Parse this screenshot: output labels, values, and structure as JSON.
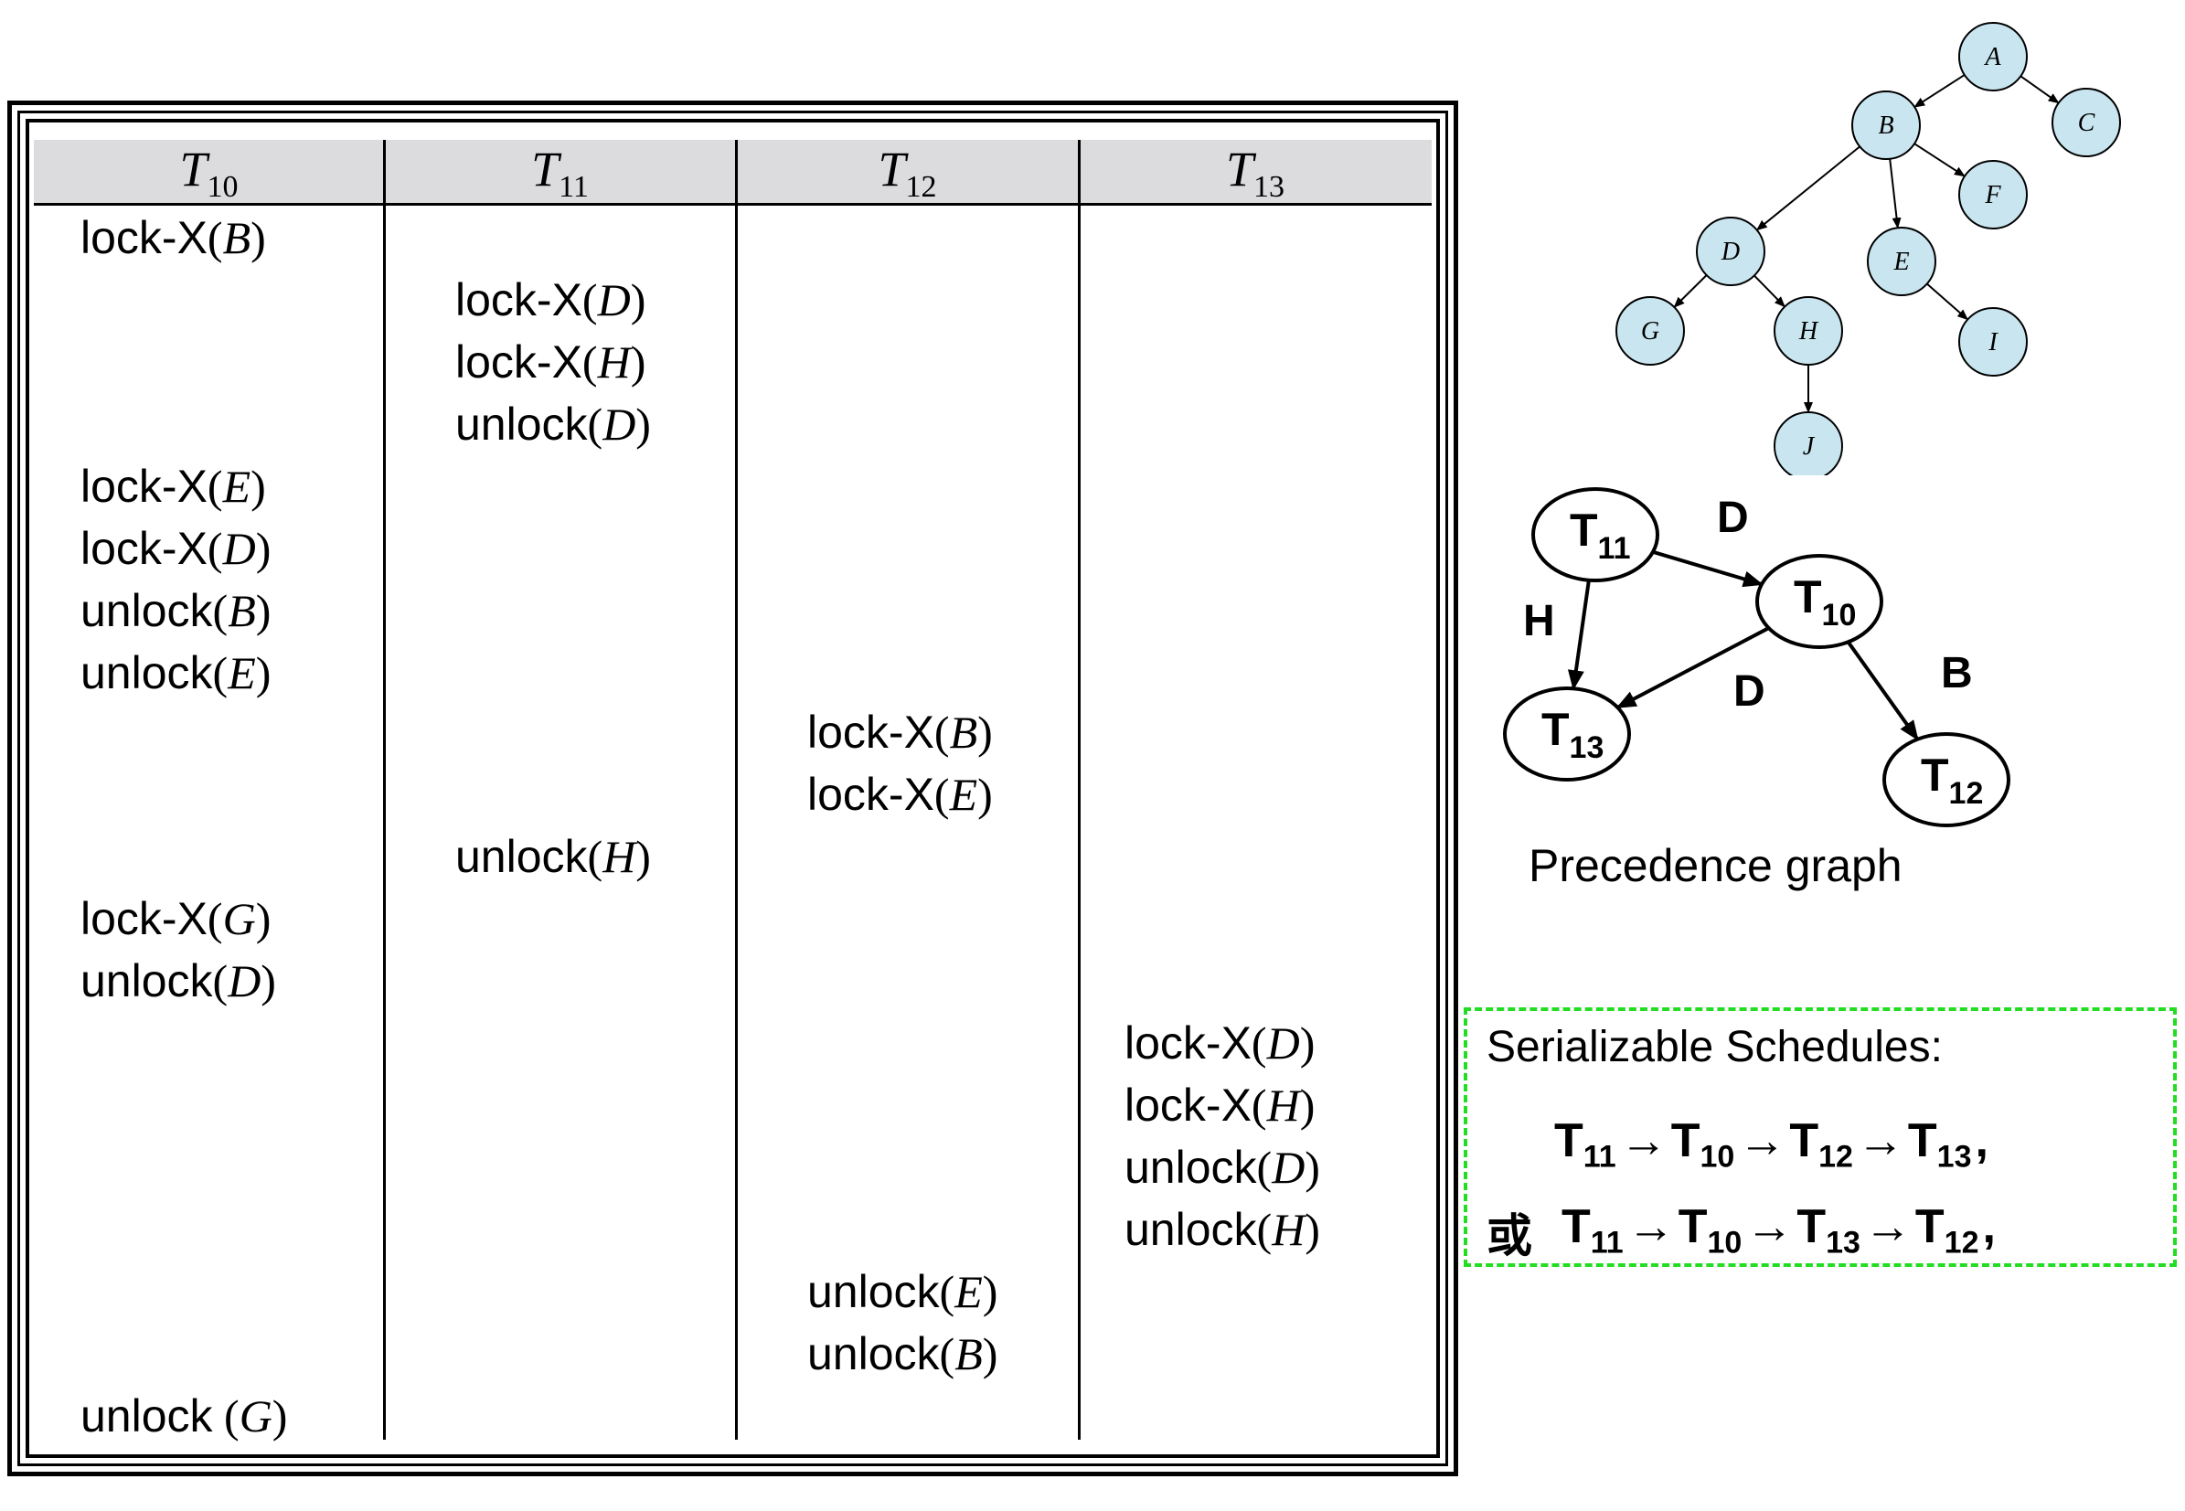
{
  "table": {
    "columns": [
      {
        "name": "T",
        "sub": "10"
      },
      {
        "name": "T",
        "sub": "11"
      },
      {
        "name": "T",
        "sub": "12"
      },
      {
        "name": "T",
        "sub": "13"
      }
    ],
    "ops": [
      {
        "col": 0,
        "row": 0,
        "op": "lock-X",
        "arg": "B"
      },
      {
        "col": 1,
        "row": 1,
        "op": "lock-X",
        "arg": "D"
      },
      {
        "col": 1,
        "row": 2,
        "op": "lock-X",
        "arg": "H"
      },
      {
        "col": 1,
        "row": 3,
        "op": "unlock",
        "arg": "D"
      },
      {
        "col": 0,
        "row": 4,
        "op": "lock-X",
        "arg": "E"
      },
      {
        "col": 0,
        "row": 5,
        "op": "lock-X",
        "arg": "D"
      },
      {
        "col": 0,
        "row": 6,
        "op": "unlock",
        "arg": "B"
      },
      {
        "col": 0,
        "row": 7,
        "op": "unlock",
        "arg": "E"
      },
      {
        "col": 2,
        "row": 8,
        "op": "lock-X",
        "arg": "B"
      },
      {
        "col": 2,
        "row": 9,
        "op": "lock-X",
        "arg": "E"
      },
      {
        "col": 1,
        "row": 10,
        "op": "unlock",
        "arg": "H"
      },
      {
        "col": 0,
        "row": 11,
        "op": "lock-X",
        "arg": "G"
      },
      {
        "col": 0,
        "row": 12,
        "op": "unlock",
        "arg": "D"
      },
      {
        "col": 3,
        "row": 13,
        "op": "lock-X",
        "arg": "D"
      },
      {
        "col": 3,
        "row": 14,
        "op": "lock-X",
        "arg": "H"
      },
      {
        "col": 3,
        "row": 15,
        "op": "unlock",
        "arg": "D"
      },
      {
        "col": 3,
        "row": 16,
        "op": "unlock",
        "arg": "H"
      },
      {
        "col": 2,
        "row": 17,
        "op": "unlock",
        "arg": "E"
      },
      {
        "col": 2,
        "row": 18,
        "op": "unlock",
        "arg": "B"
      },
      {
        "col": 0,
        "row": 19,
        "op": "unlock",
        "arg": "G"
      }
    ]
  },
  "tree": {
    "nodes": [
      "A",
      "B",
      "C",
      "D",
      "E",
      "F",
      "G",
      "H",
      "I",
      "J"
    ],
    "edges": [
      [
        "A",
        "B"
      ],
      [
        "A",
        "C"
      ],
      [
        "B",
        "D"
      ],
      [
        "B",
        "E"
      ],
      [
        "B",
        "F"
      ],
      [
        "D",
        "G"
      ],
      [
        "D",
        "H"
      ],
      [
        "E",
        "I"
      ],
      [
        "H",
        "J"
      ]
    ],
    "node_color": "#c9e6f0"
  },
  "precedence": {
    "label": "Precedence graph",
    "nodes": [
      {
        "id": "T11",
        "name": "T",
        "sub": "11"
      },
      {
        "id": "T10",
        "name": "T",
        "sub": "10"
      },
      {
        "id": "T13",
        "name": "T",
        "sub": "13"
      },
      {
        "id": "T12",
        "name": "T",
        "sub": "12"
      }
    ],
    "edges": [
      {
        "from": "T11",
        "to": "T10",
        "label": "D"
      },
      {
        "from": "T11",
        "to": "T13",
        "label": "H"
      },
      {
        "from": "T10",
        "to": "T13",
        "label": "D"
      },
      {
        "from": "T10",
        "to": "T12",
        "label": "B"
      }
    ]
  },
  "schedules": {
    "title": "Serializable Schedules:",
    "prefix": "或",
    "orders": [
      [
        "11",
        "10",
        "12",
        "13"
      ],
      [
        "11",
        "10",
        "13",
        "12"
      ]
    ],
    "arrow": "→",
    "separator": ",",
    "box_color": "#22dd22"
  }
}
